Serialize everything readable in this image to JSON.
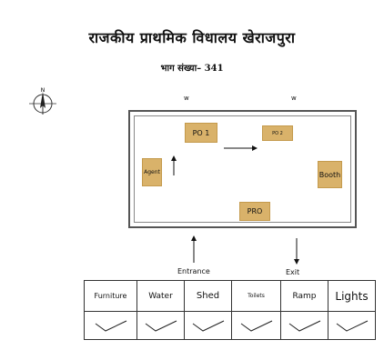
{
  "header": {
    "title": "राजकीय प्राथमिक विधालय खेराजपुरा",
    "subtitle": "भाग संख्या– 341"
  },
  "compass": {
    "icon": "north-compass-icon",
    "north_label": "N"
  },
  "window_markers": [
    "w",
    "w"
  ],
  "layout": {
    "boxes": [
      {
        "id": "po1",
        "label": "PO 1"
      },
      {
        "id": "po2",
        "label": "PO 2"
      },
      {
        "id": "agent",
        "label": "Agent"
      },
      {
        "id": "booth",
        "label": "Booth"
      },
      {
        "id": "pro",
        "label": "PRO"
      }
    ],
    "entrance_label": "Entrance",
    "exit_label": "Exit"
  },
  "amenities": {
    "columns": [
      "Furniture",
      "Water",
      "Shed",
      "Toilets",
      "Ramp",
      "Lights"
    ],
    "status": [
      "checked",
      "checked",
      "checked",
      "checked",
      "checked",
      "checked"
    ]
  }
}
